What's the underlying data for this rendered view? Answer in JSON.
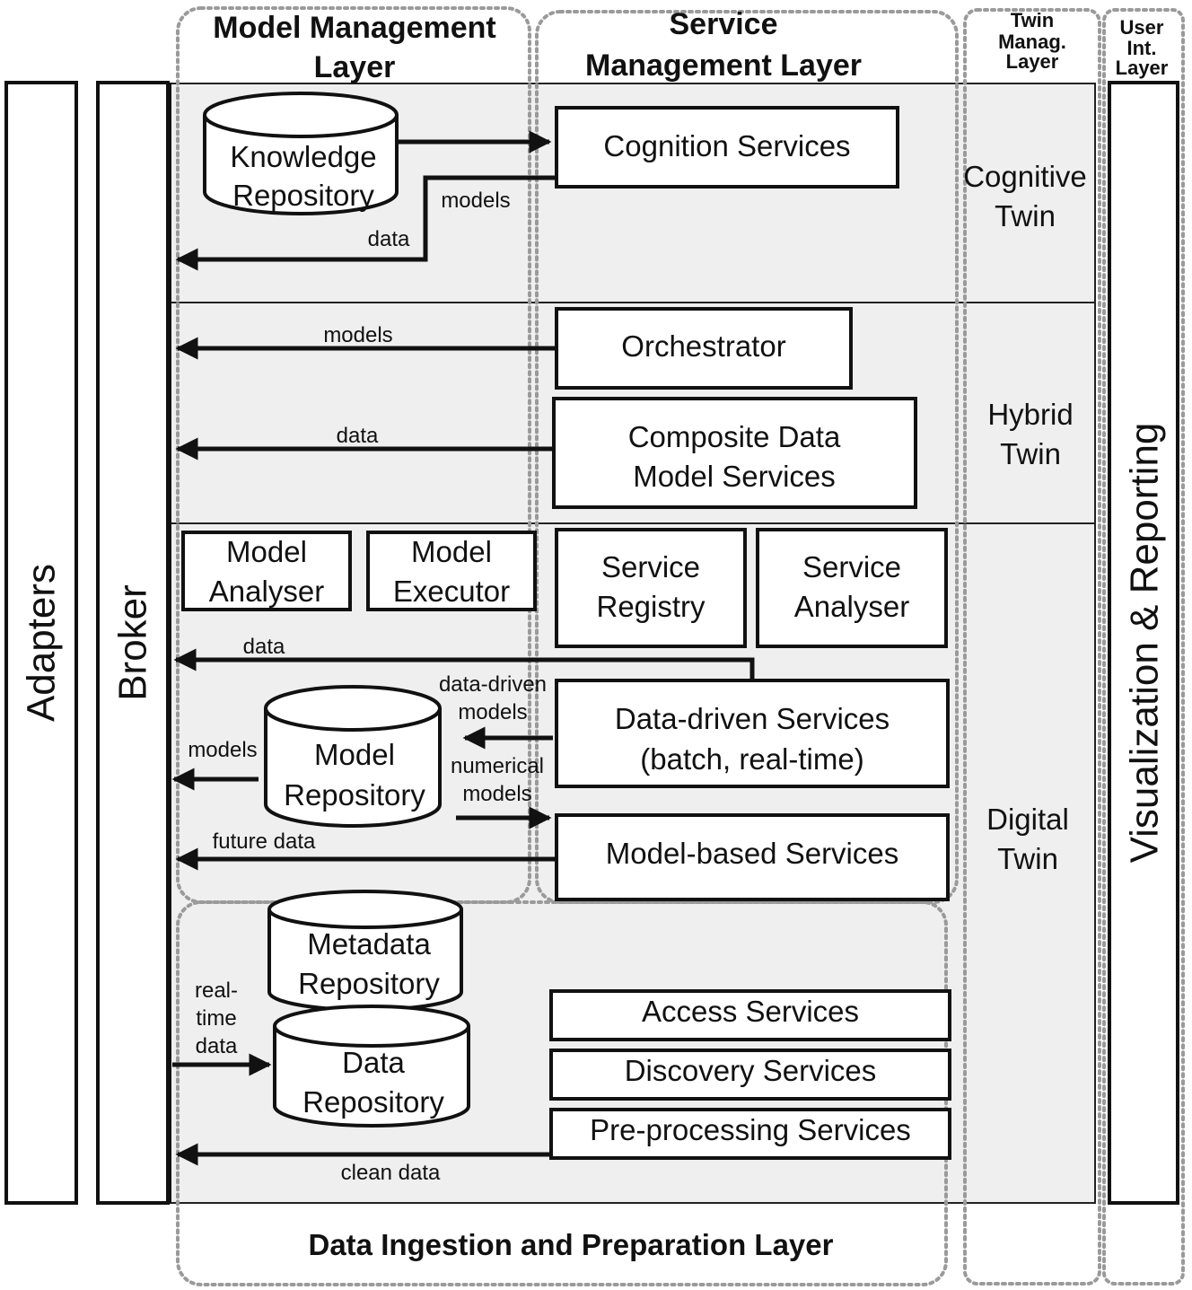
{
  "layers": {
    "model_management": [
      "Model Management",
      "Layer"
    ],
    "service_management": [
      "Service",
      "Management Layer"
    ],
    "twin_management": [
      "Twin",
      "Manag.",
      "Layer"
    ],
    "user_interface": [
      "User",
      "Int.",
      "Layer"
    ],
    "data_ingestion": "Data Ingestion and Preparation Layer"
  },
  "bars": {
    "adapters": "Adapters",
    "broker": "Broker",
    "visualization": "Visualization & Reporting"
  },
  "twins": {
    "cognitive": [
      "Cognitive",
      "Twin"
    ],
    "hybrid": [
      "Hybrid",
      "Twin"
    ],
    "digital": [
      "Digital",
      "Twin"
    ]
  },
  "repositories": {
    "knowledge": [
      "Knowledge",
      "Repository"
    ],
    "model": [
      "Model",
      "Repository"
    ],
    "metadata": [
      "Metadata",
      "Repository"
    ],
    "data": [
      "Data",
      "Repository"
    ]
  },
  "components": {
    "cognition_services": "Cognition Services",
    "orchestrator": "Orchestrator",
    "composite_data_model_services": [
      "Composite Data",
      "Model Services"
    ],
    "model_analyser": [
      "Model",
      "Analyser"
    ],
    "model_executor": [
      "Model",
      "Executor"
    ],
    "service_registry": [
      "Service",
      "Registry"
    ],
    "service_analyser": [
      "Service",
      "Analyser"
    ],
    "data_driven_services": [
      "Data-driven Services",
      "(batch, real-time)"
    ],
    "model_based_services": "Model-based Services",
    "access_services": "Access Services",
    "discovery_services": "Discovery Services",
    "preprocessing_services": "Pre-processing Services"
  },
  "flows": {
    "models_cognitive": "models",
    "data_cognitive": "data",
    "models_orchestrator": "models",
    "data_composite": "data",
    "data_digital": "data",
    "data_driven_models": [
      "data-driven",
      "models"
    ],
    "models_repository": "models",
    "numerical_models": [
      "numerical",
      "models"
    ],
    "future_data": "future data",
    "real_time_data": [
      "real-",
      "time",
      "data"
    ],
    "clean_data": "clean data"
  }
}
